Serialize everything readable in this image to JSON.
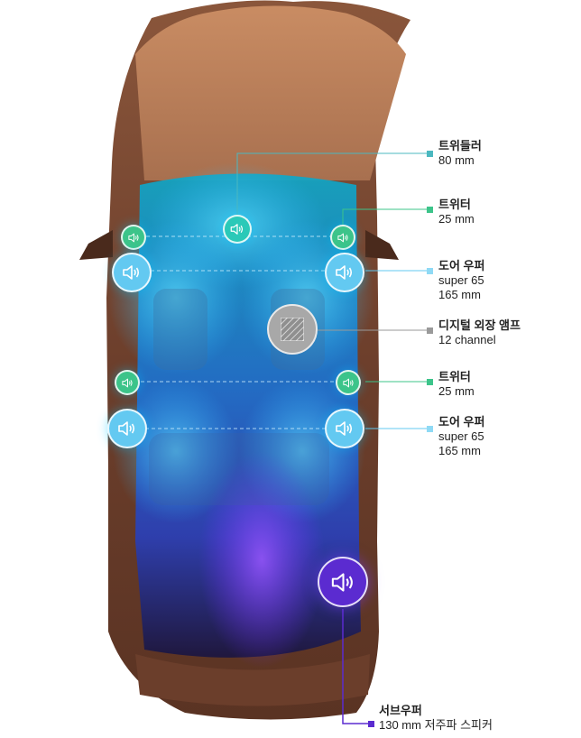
{
  "components": [
    {
      "id": "tweeter-center",
      "title": "트위들러",
      "lines": [
        "80 mm"
      ],
      "color": "#4bb8c0"
    },
    {
      "id": "tweeter-front",
      "title": "트위터",
      "lines": [
        "25 mm"
      ],
      "color": "#3cc48a"
    },
    {
      "id": "door-front",
      "title": "도어 우퍼",
      "lines": [
        "super 65",
        "165 mm"
      ],
      "color": "#63c9f1"
    },
    {
      "id": "amp",
      "title": "디지털 외장 앰프",
      "lines": [
        "12 channel"
      ],
      "color": "#9a9a9a"
    },
    {
      "id": "tweeter-rear",
      "title": "트위터",
      "lines": [
        "25 mm"
      ],
      "color": "#3cc48a"
    },
    {
      "id": "door-rear",
      "title": "도어 우퍼",
      "lines": [
        "super 65",
        "165 mm"
      ],
      "color": "#63c9f1"
    },
    {
      "id": "subwoofer",
      "title": "서브우퍼",
      "lines": [
        "130 mm 저주파 스피커"
      ],
      "color": "#5b2bd0"
    }
  ],
  "icons": {
    "speaker": "speaker-icon",
    "amplifier": "amplifier-icon"
  },
  "colors": {
    "car_body": "#7a4a36",
    "car_roof": "#b87a55",
    "sound_field": "#2fb8ff",
    "sub_field": "#7b3cff"
  }
}
